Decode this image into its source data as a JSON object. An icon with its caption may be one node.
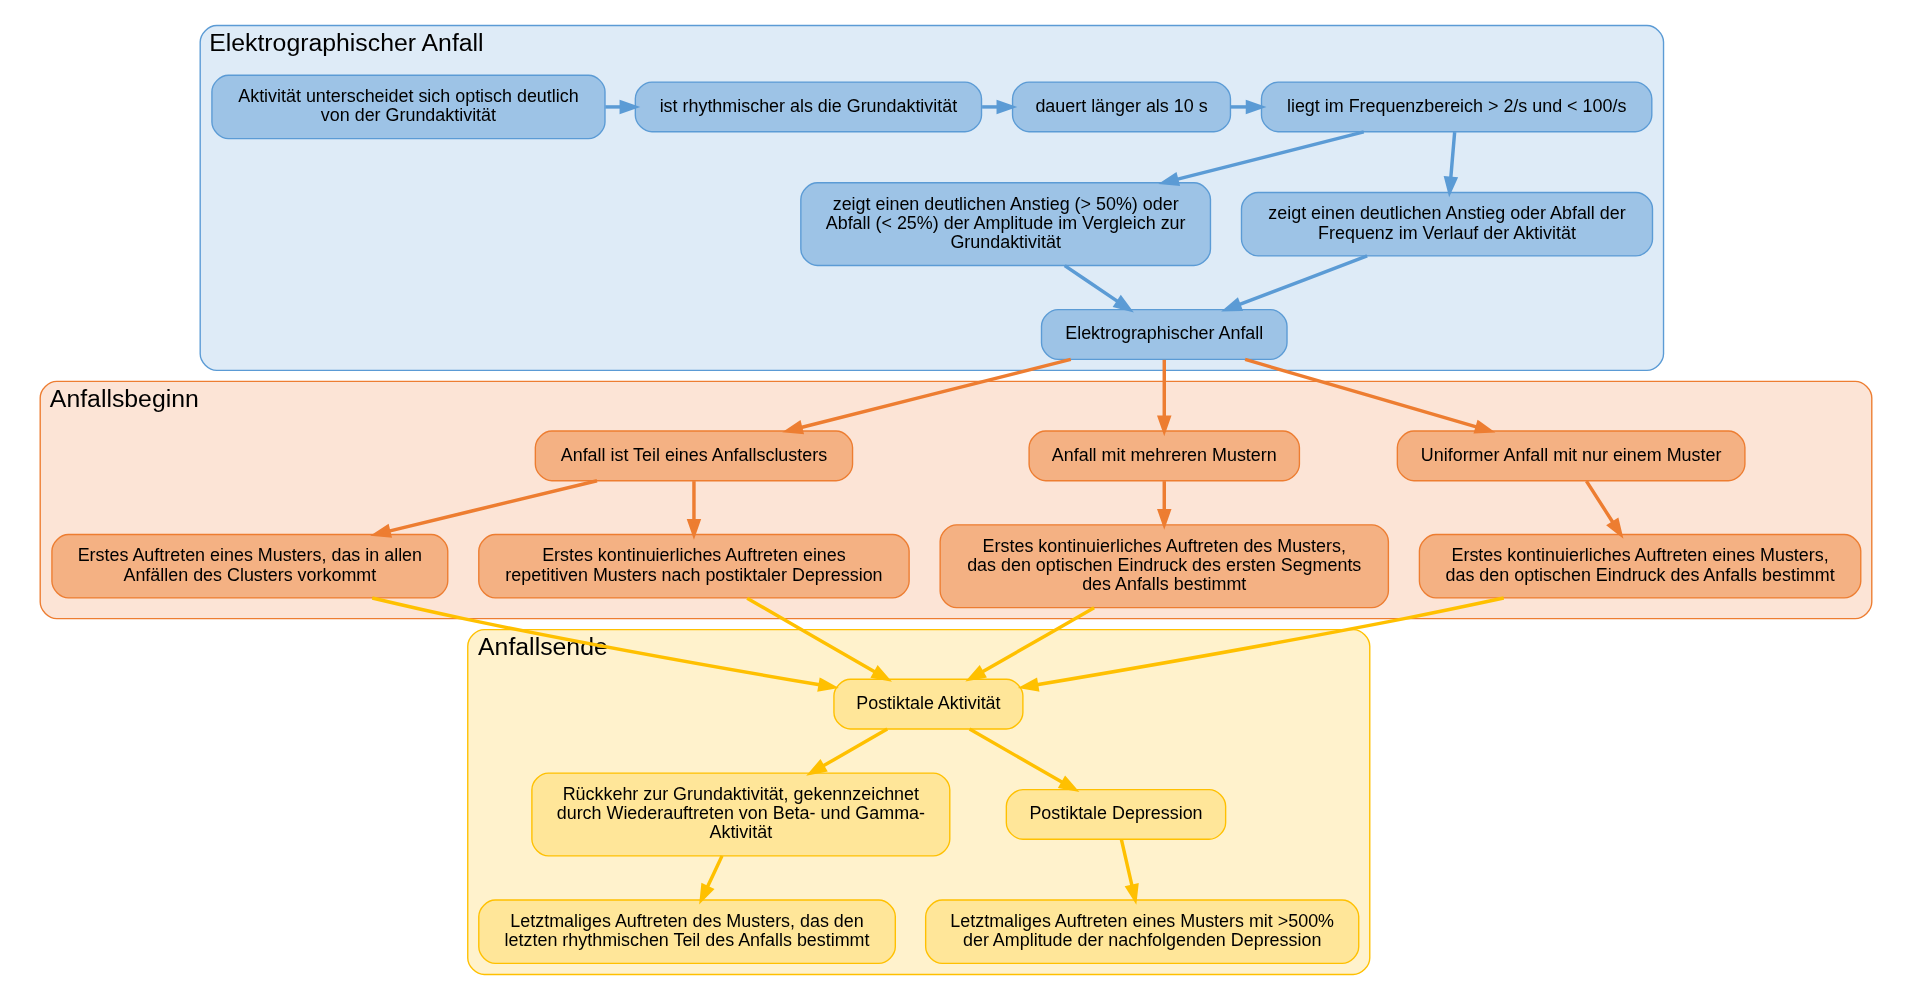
{
  "diagram": {
    "nodes": [
      {
        "text": [
          "Elektrographischer Anfall"
        ]
      },
      {
        "text": [
          "Aktivität unterscheidet sich optisch deutlich von der Grundaktivität"
        ],
        "in": 0
      },
      {
        "text": [
          "ist rhythmischer als die Grundaktivität"
        ],
        "in": 0
      },
      {
        "text": [
          "dauert länger als 10 s"
        ],
        "in": 0
      },
      {
        "text": [
          "liegt im Frequenzbereich > 2/s und < 100/s"
        ],
        "in": 0
      },
      {
        "text": [
          "zeigt einen deutlichen Anstieg (> 50%) oder Abfall (< 25%) der Amplitude im Vergleich zur Grundaktivität"
        ],
        "in": 0
      },
      {
        "text": [
          "zeigt einen deutlichen Anstieg oder Abfall der Frequenz im Verlauf der Aktivität"
        ],
        "in": 0
      },
      {
        "text": [
          "Elektrographischer Anfall"
        ],
        "in": 0
      },
      {
        "text": [
          "Anfallsbeginn"
        ]
      },
      {
        "text": [
          "Uniformer Anfall mit nur einem Muster"
        ],
        "in": 8
      },
      {
        "text": [
          "Anfall mit mehreren Mustern"
        ],
        "in": 8
      },
      {
        "text": [
          "Anfall ist Teil eines Anfallsclusters"
        ],
        "in": 8
      },
      {
        "text": [
          "Erstes kontinuierliches Auftreten eines Musters, das den optischen Eindruck des Anfalls bestimmt"
        ],
        "in": 8
      },
      {
        "text": [
          "Erstes kontinuierliches Auftreten des Musters, das den optischen Eindruck des ersten Segments des Anfalls bestimmt"
        ],
        "in": 8
      },
      {
        "text": [
          "Erstes Auftreten eines Musters, das in allen Anfällen des Clusters vorkommt"
        ],
        "in": 8
      },
      {
        "text": [
          "Erstes kontinuierliches Auftreten eines repetitiven Musters nach postiktaler Depression"
        ],
        "in": 8
      },
      {
        "text": [
          "Anfallsende"
        ]
      },
      {
        "text": [
          "Postiktale Aktivität"
        ],
        "in": 16
      },
      {
        "text": [
          "Rückkehr zur Grundaktivität, gekennzeichnet durch Wiederauftreten von Beta- und Gamma-Aktivität"
        ],
        "in": 16
      },
      {
        "text": [
          "Postiktale Depression"
        ],
        "in": 16
      },
      {
        "text": [
          "Letztmaliges Auftreten des Musters, das den letzten rhythmischen Teil des Anfalls bestimmt"
        ],
        "in": 16
      },
      {
        "text": [
          "Letztmaliges Auftreten eines Musters mit >500% der Amplitude der nachfolgenden Depression"
        ],
        "in": 16
      }
    ],
    "edges": [
      {
        "from": 1,
        "to": 2,
        "arrow": "to",
        "color": "#5b9bd5"
      },
      {
        "from": 2,
        "to": 3,
        "arrow": "to",
        "color": "#5b9bd5"
      },
      {
        "from": 3,
        "to": 4,
        "arrow": "to",
        "color": "#5b9bd5"
      },
      {
        "from": 4,
        "to": 5,
        "arrow": "to",
        "color": "#5b9bd5"
      },
      {
        "from": 4,
        "to": 6,
        "arrow": "to",
        "color": "#5b9bd5"
      },
      {
        "from": 5,
        "to": 7,
        "arrow": "to",
        "color": "#5b9bd5"
      },
      {
        "from": 6,
        "to": 7,
        "arrow": "to",
        "color": "#5b9bd5"
      },
      {
        "from": 7,
        "to": 9,
        "arrow": "to",
        "color": "#ed7d31"
      },
      {
        "from": 7,
        "to": 10,
        "arrow": "to",
        "color": "#ed7d31"
      },
      {
        "from": 7,
        "to": 11,
        "arrow": "to",
        "color": "#ed7d31"
      },
      {
        "from": 9,
        "to": 12,
        "arrow": "to",
        "color": "#ed7d31"
      },
      {
        "from": 10,
        "to": 13,
        "arrow": "to",
        "color": "#ed7d31"
      },
      {
        "from": 11,
        "to": 14,
        "arrow": "to",
        "color": "#ed7d31"
      },
      {
        "from": 11,
        "to": 15,
        "arrow": "to",
        "color": "#ed7d31"
      },
      {
        "from": 12,
        "to": 17,
        "arrow": "to"
      },
      {
        "from": 13,
        "to": 17,
        "arrow": "to"
      },
      {
        "from": 14,
        "to": 17,
        "arrow": "to"
      },
      {
        "from": 15,
        "to": 17,
        "arrow": "to"
      },
      {
        "from": 17,
        "to": 18,
        "arrow": "to"
      },
      {
        "from": 17,
        "to": 19,
        "arrow": "to"
      },
      {
        "from": 18,
        "to": 20,
        "arrow": "to"
      },
      {
        "from": 19,
        "to": 21,
        "arrow": "to"
      }
    ]
  }
}
